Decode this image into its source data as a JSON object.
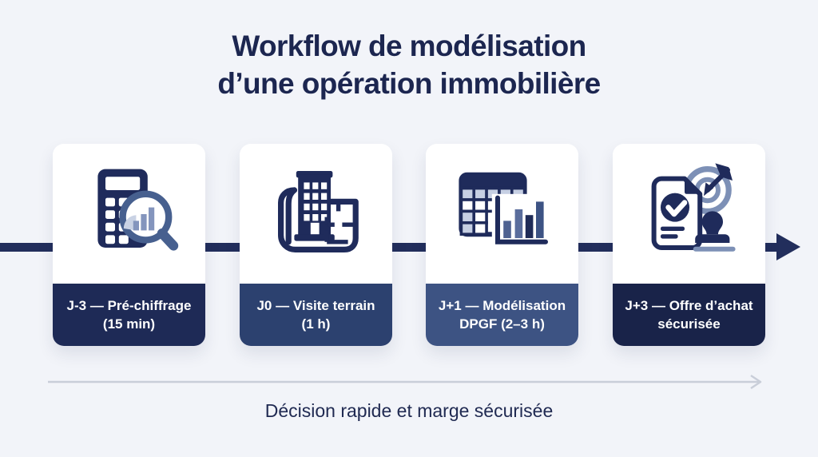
{
  "title": {
    "line1": "Workflow de modélisation",
    "line2": "d’une opération immobilière"
  },
  "steps": [
    {
      "id": "pre-chiffrage",
      "icon": "calculator-magnifier-icon",
      "label_line1": "J-3 — Pré-chiffrage",
      "label_line2": "(15 min)",
      "label_bg": "#1e2a56"
    },
    {
      "id": "visite-terrain",
      "icon": "blueprint-building-icon",
      "label_line1": "J0 — Visite terrain",
      "label_line2": "(1 h)",
      "label_bg": "#2c416f"
    },
    {
      "id": "modelisation-dpgf",
      "icon": "spreadsheet-chart-icon",
      "label_line1": "J+1 — Modélisation",
      "label_line2": "DPGF (2–3 h)",
      "label_bg": "#3d5383"
    },
    {
      "id": "offre-achat",
      "icon": "document-stamp-target-icon",
      "label_line1": "J+3 — Offre d’achat",
      "label_line2": "sécurisée",
      "label_bg": "#192349"
    }
  ],
  "footer_caption": "Décision rapide et marge sécurisée",
  "colors": {
    "background": "#f2f4f9",
    "timeline": "#222e5c",
    "icon_dark": "#1f2b5b",
    "icon_slate": "#47608f",
    "icon_light_slate": "#8495bd",
    "icon_pale": "#c9d2e4",
    "title_text": "#1c2650",
    "caption_text": "#202a52",
    "footer_arrow": "#c9ced9",
    "label_text": "#ffffff"
  }
}
